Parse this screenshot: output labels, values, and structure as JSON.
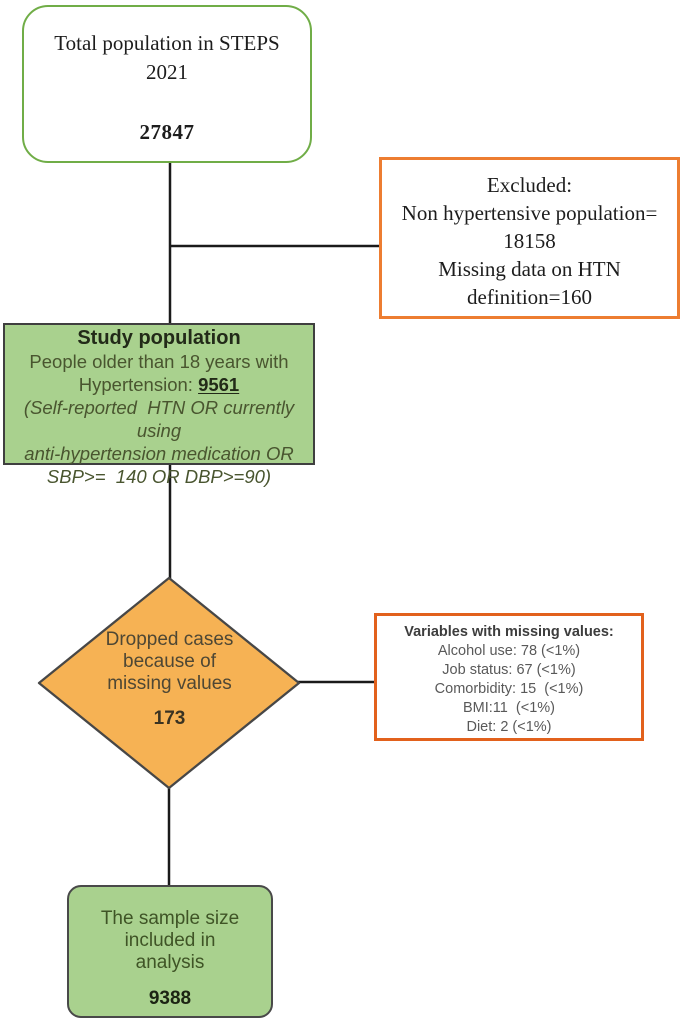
{
  "colors": {
    "top_box_border": "#70ad47",
    "green_fill": "#a9d18e",
    "green_box_border": "#3f3f3f",
    "excluded_box_border": "#ed7d31",
    "variables_box_border": "#e2611c",
    "diamond_fill": "#f6b254",
    "diamond_border": "#474747",
    "connector_line": "#1a1a1a"
  },
  "flowchart": {
    "total_box": {
      "line1": "Total population in STEPS",
      "line2": "2021",
      "value": "27847"
    },
    "excluded_box": {
      "line1": "Excluded:",
      "line2": "Non hypertensive population=",
      "line3": "18158",
      "line4": "Missing data on HTN",
      "line5": "definition=160"
    },
    "study_box": {
      "title": "Study population",
      "line1": "People older than 18 years with",
      "line2_prefix": "Hypertension: ",
      "line2_value": "9561",
      "italic1": "(Self-reported  HTN OR currently using",
      "italic2": "anti-hypertension medication OR",
      "italic3": "SBP>=  140 OR DBP>=90)"
    },
    "diamond": {
      "line1": "Dropped cases",
      "line2": "because of",
      "line3": "missing values",
      "value": "173"
    },
    "variables_box": {
      "title": "Variables with missing values:",
      "items": [
        "Alcohol use: 78 (<1%)",
        "Job status: 67 (<1%)",
        "Comorbidity: 15  (<1%)",
        "BMI:11  (<1%)",
        "Diet: 2 (<1%)"
      ]
    },
    "sample_box": {
      "line1": "The sample size",
      "line2": "included in",
      "line3": "analysis",
      "value": "9388"
    }
  }
}
